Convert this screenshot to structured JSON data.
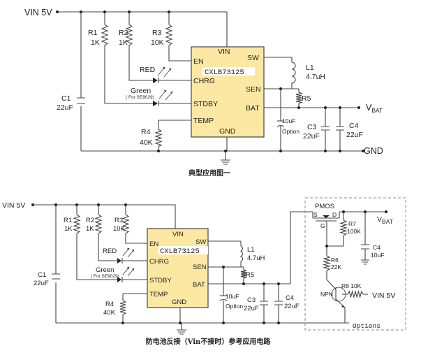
{
  "diagrams": [
    {
      "caption": "典型应用图一",
      "vin_label": "VIN 5V",
      "gnd_label": "GND",
      "vbat_label": "V",
      "vbat_sub": "BAT",
      "chip_name": "CXLB73125",
      "pins_left": [
        "EN",
        "CHRG",
        "STDBY",
        "TEMP"
      ],
      "pins_right": [
        "SW",
        "SEN",
        "BAT"
      ],
      "pin_top": "VIN",
      "pin_bottom": "GND",
      "R1": [
        "R1",
        "1K"
      ],
      "R2": [
        "R2",
        "1K"
      ],
      "R3": [
        "R3",
        "10K"
      ],
      "R4": [
        "R4",
        "40K"
      ],
      "R5": "R5",
      "C1": [
        "C1",
        "22uF"
      ],
      "C3": [
        "C3",
        "22uF"
      ],
      "C4": [
        "C4",
        "22uF"
      ],
      "C_opt": [
        "10uF",
        "Option"
      ],
      "L1": [
        "L1",
        "4.7uH"
      ],
      "led_red": "RED",
      "led_green": "Green",
      "led_green_note": "( For SE9029)"
    },
    {
      "caption": "防电池反接（Vin不接时）参考应用电路",
      "vin_label": "VIN 5V",
      "vbat_label": "V",
      "vbat_sub": "BAT",
      "chip_name": "CXLB73125",
      "pins_left": [
        "EN",
        "CHRG",
        "STDBY",
        "TEMP"
      ],
      "pins_right": [
        "SW",
        "SEN",
        "BAT"
      ],
      "pin_top": "VIN",
      "pin_bottom": "GND",
      "R1": [
        "R1",
        "1K"
      ],
      "R2": [
        "R2",
        "1K"
      ],
      "R3": [
        "R3",
        "10K"
      ],
      "R4": [
        "R4",
        "40K"
      ],
      "R5": "R5",
      "C1": [
        "C1",
        "22uF"
      ],
      "C3": [
        "C3",
        "22uF"
      ],
      "C4": [
        "C4",
        "22uF"
      ],
      "C_opt": [
        "10uF",
        "Option"
      ],
      "L1": [
        "L1",
        "4.7uH"
      ],
      "led_red": "RED",
      "led_green": "Green",
      "led_green_note": "( For SE9029)",
      "pmos": "PMOS",
      "pmos_pins": [
        "S",
        "D",
        "G"
      ],
      "R7": [
        "R7",
        "100K"
      ],
      "C4b": [
        "C4",
        "10uF"
      ],
      "R6": [
        "R6",
        "22K"
      ],
      "R8": "R8 10K",
      "npn": "NPN",
      "vin_right": "VIN 5V",
      "options_label": "Options"
    }
  ]
}
